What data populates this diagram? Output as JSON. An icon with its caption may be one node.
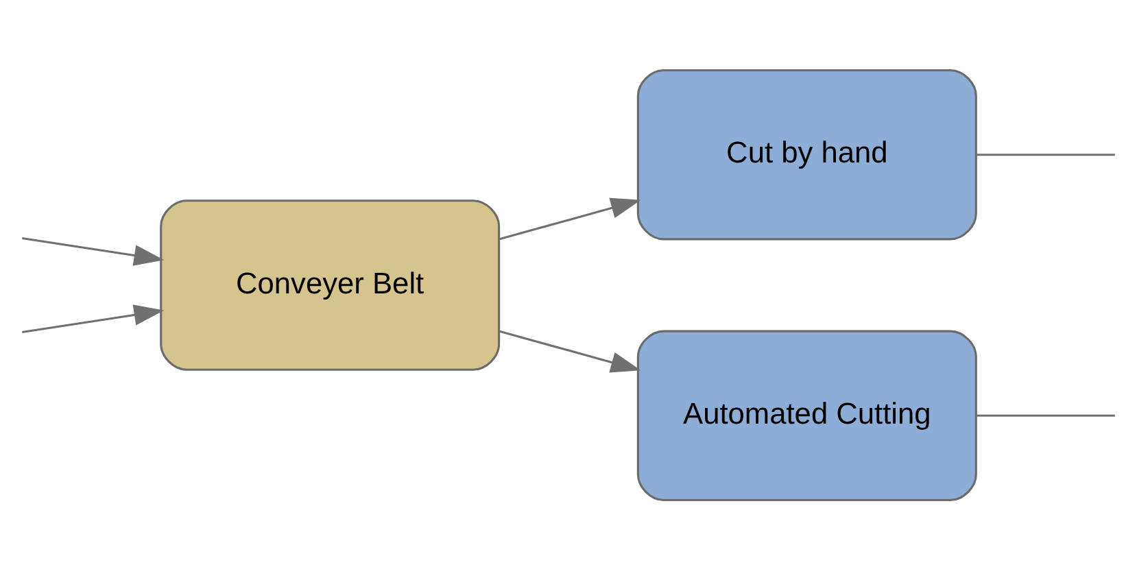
{
  "diagram": {
    "nodes": [
      {
        "text": [
          "Conveyer Belt"
        ]
      },
      {
        "text": [
          "Cut by hand"
        ]
      },
      {
        "text": [
          "Automated Cutting"
        ]
      }
    ],
    "edges": [
      {
        "from": null,
        "to": 0,
        "arrow": "to"
      },
      {
        "from": null,
        "to": 0,
        "arrow": "to"
      },
      {
        "from": 0,
        "to": 1,
        "arrow": "to"
      },
      {
        "from": 0,
        "to": 2,
        "arrow": "to"
      },
      {
        "from": 1,
        "to": null,
        "arrow": "none"
      },
      {
        "from": 2,
        "to": null,
        "arrow": "none"
      }
    ]
  }
}
